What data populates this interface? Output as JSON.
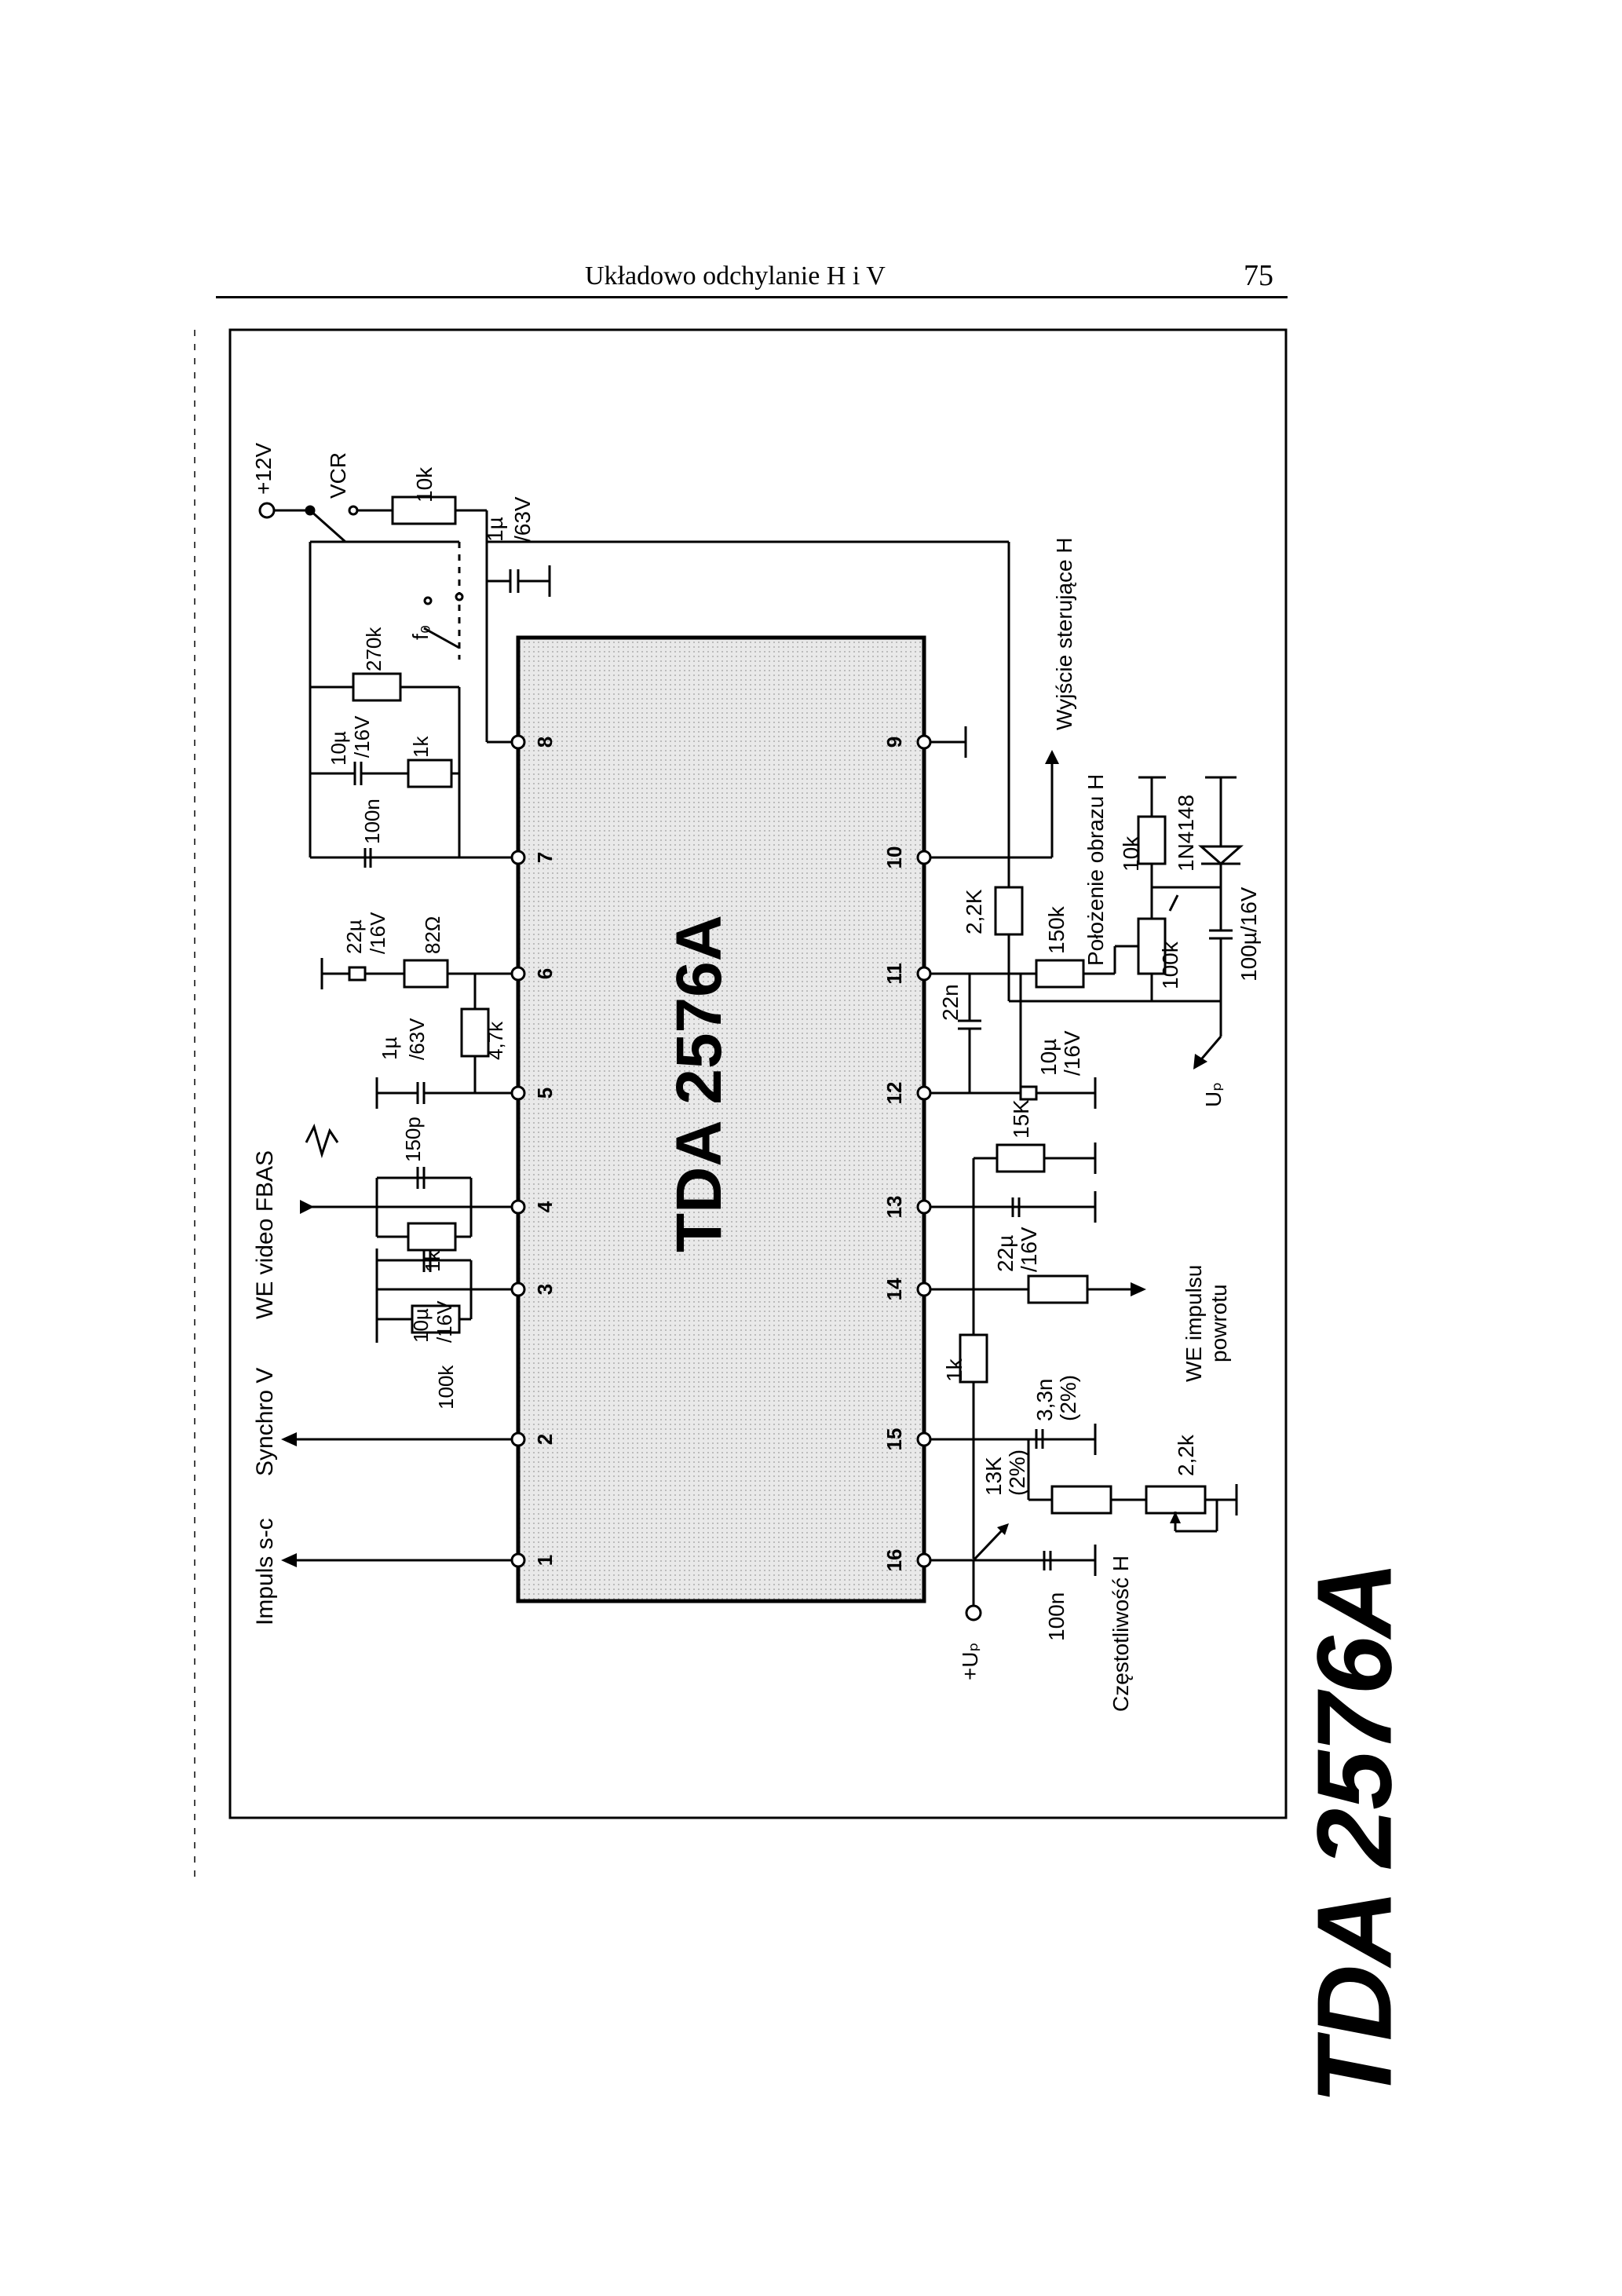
{
  "header": {
    "title": "Układowo odchylanie H i V",
    "page_number": "75"
  },
  "chip": {
    "name_inside": "TDA 2576A",
    "big_label": "TDA 2576A"
  },
  "pins": [
    "1",
    "2",
    "3",
    "4",
    "5",
    "6",
    "7",
    "8",
    "9",
    "10",
    "11",
    "12",
    "13",
    "14",
    "15",
    "16"
  ],
  "signals": {
    "impuls_sc": "Impuls s-c",
    "synchro_v": "Synchro V",
    "we_video": "WE video FBAS",
    "plus12v": "+12V",
    "vcr": "VCR",
    "f0": "f₀",
    "wyjscie_h": "Wyjście sterujące H",
    "polozenie_h": "Położenie obrazu H",
    "up_right": "Uₚ",
    "we_impulsu": "WE impulsu",
    "powrotu": "powrotu",
    "plus_up": "+Uₚ",
    "czestotliwosc": "Częstotliwość H"
  },
  "components": {
    "r_100k_p3": "100k",
    "c_10u_p3_a": "10µ",
    "c_10u_p3_b": "/16V",
    "r_1k_p4": "1k",
    "c_150p": "150p",
    "c_1u_p5_a": "1µ",
    "c_1u_p5_b": "/63V",
    "r_47k": "4,7k",
    "c_22u_p6_a": "22µ",
    "c_22u_p6_b": "/16V",
    "r_82": "82Ω",
    "c_100n_p7": "100n",
    "c_10u_p7_a": "10µ",
    "c_10u_p7_b": "/16V",
    "r_1k_p7": "1k",
    "r_270k": "270k",
    "r_10k_top": "10k",
    "c_1u_top_a": "1µ",
    "c_1u_top_b": "/63V",
    "r_22k_p10": "2,2K",
    "r_150k": "150k",
    "pot_100k": "100k",
    "r_10k_right": "10k",
    "d_1n4148": "1N4148",
    "c_100u": "100µ/16V",
    "c_22n": "22n",
    "c_10u_p12_a": "10µ",
    "c_10u_p12_b": "/16V",
    "r_15k": "15K",
    "c_22u_p13_a": "22µ",
    "c_22u_p13_b": "/16V",
    "r_1k_p14": "1k",
    "c_33n_a": "3,3n",
    "c_33n_b": "(2%)",
    "r_13k_a": "13K",
    "r_13k_b": "(2%)",
    "pot_22k": "2,2k",
    "c_100n_p16": "100n"
  }
}
